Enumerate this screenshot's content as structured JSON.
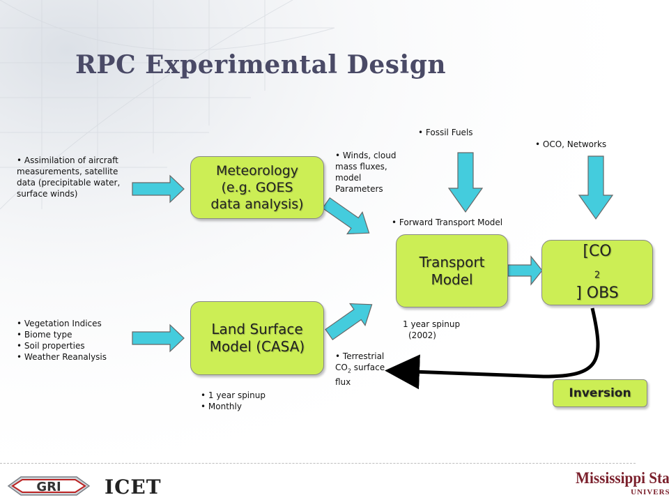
{
  "title": "RPC Experimental Design",
  "notes": {
    "assimilation": [
      "Assimilation of aircraft",
      "measurements, satellite",
      "data (precipitable water,",
      "surface winds)"
    ],
    "land_inputs": [
      "Vegetation Indices",
      "Biome type",
      "Soil properties",
      "Weather Reanalysis"
    ],
    "winds": [
      "Winds, cloud",
      "mass fluxes,",
      "model",
      "Parameters"
    ],
    "fossil": "Fossil Fuels",
    "oco": "OCO, Networks",
    "forward": "Forward Transport Model",
    "transport_spinup": [
      "1 year spinup",
      "(2002)"
    ],
    "terrestrial": {
      "pre": "Terrestrial",
      "co": "CO",
      "sub": "2",
      "post": " surface",
      "last": "flux"
    },
    "land_spinup": [
      "1 year spinup",
      "Monthly"
    ]
  },
  "boxes": {
    "meteorology": [
      "Meteorology",
      "(e.g. GOES",
      "data analysis)"
    ],
    "land_surface": [
      "Land Surface",
      "Model (CASA)"
    ],
    "transport": [
      "Transport",
      "Model"
    ],
    "obs": {
      "pre": "[CO",
      "sub": "2",
      "post": "] OBS"
    },
    "inversion": "Inversion"
  },
  "logos": {
    "gri": "GRI",
    "icet": "ICET",
    "msu_name": "Mississippi State",
    "msu_univ": "UNIVERSITY"
  },
  "colors": {
    "box_fill": "#ccee55",
    "arrow_fill": "#44ccdd",
    "title": "#4a4a66"
  }
}
